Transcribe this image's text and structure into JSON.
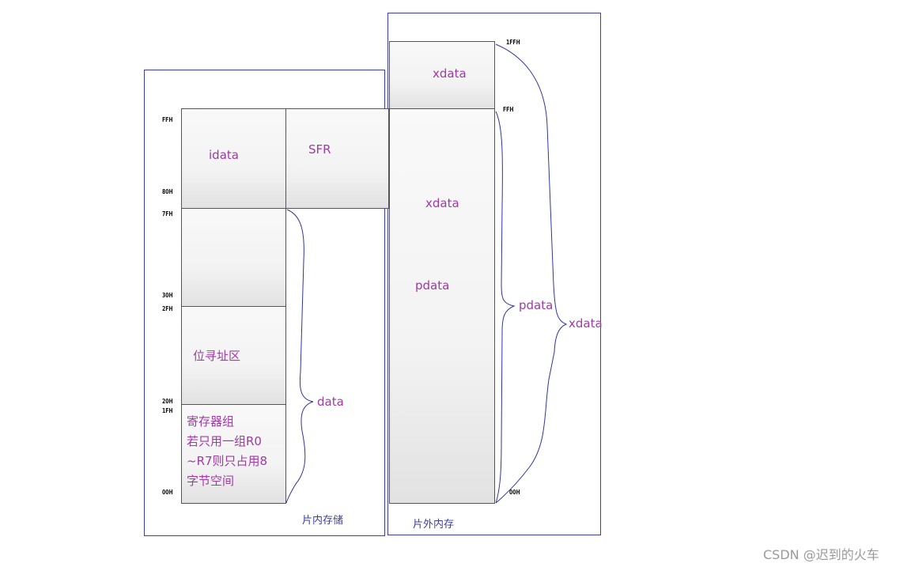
{
  "internal": {
    "caption": "片内存储",
    "cells": {
      "idata": "idata",
      "sfr": "SFR",
      "bit_area": "位寻址区",
      "registers": [
        "寄存器组",
        "若只用一组R0",
        "~R7则只占用8",
        "字节空间"
      ]
    },
    "addresses": {
      "ffh": "FFH",
      "h80": "80H",
      "h7f": "7FH",
      "h30": "30H",
      "h2f": "2FH",
      "h20": "20H",
      "h1f": "1FH",
      "h00": "00H"
    },
    "brace_label": "data"
  },
  "external": {
    "caption": "片外内存",
    "cells": {
      "top_xdata": "xdata",
      "main_xdata": "xdata",
      "main_pdata": "pdata"
    },
    "addresses": {
      "h1ff": "1FFH",
      "ffh": "FFH",
      "h00": "00H"
    },
    "brace_pdata": "pdata",
    "brace_xdata": "xdata"
  },
  "watermark": "CSDN @迟到的火车",
  "colors": {
    "frame": "#3b3ea8",
    "label": "#a03aa5",
    "brace": "#2f35a0"
  }
}
